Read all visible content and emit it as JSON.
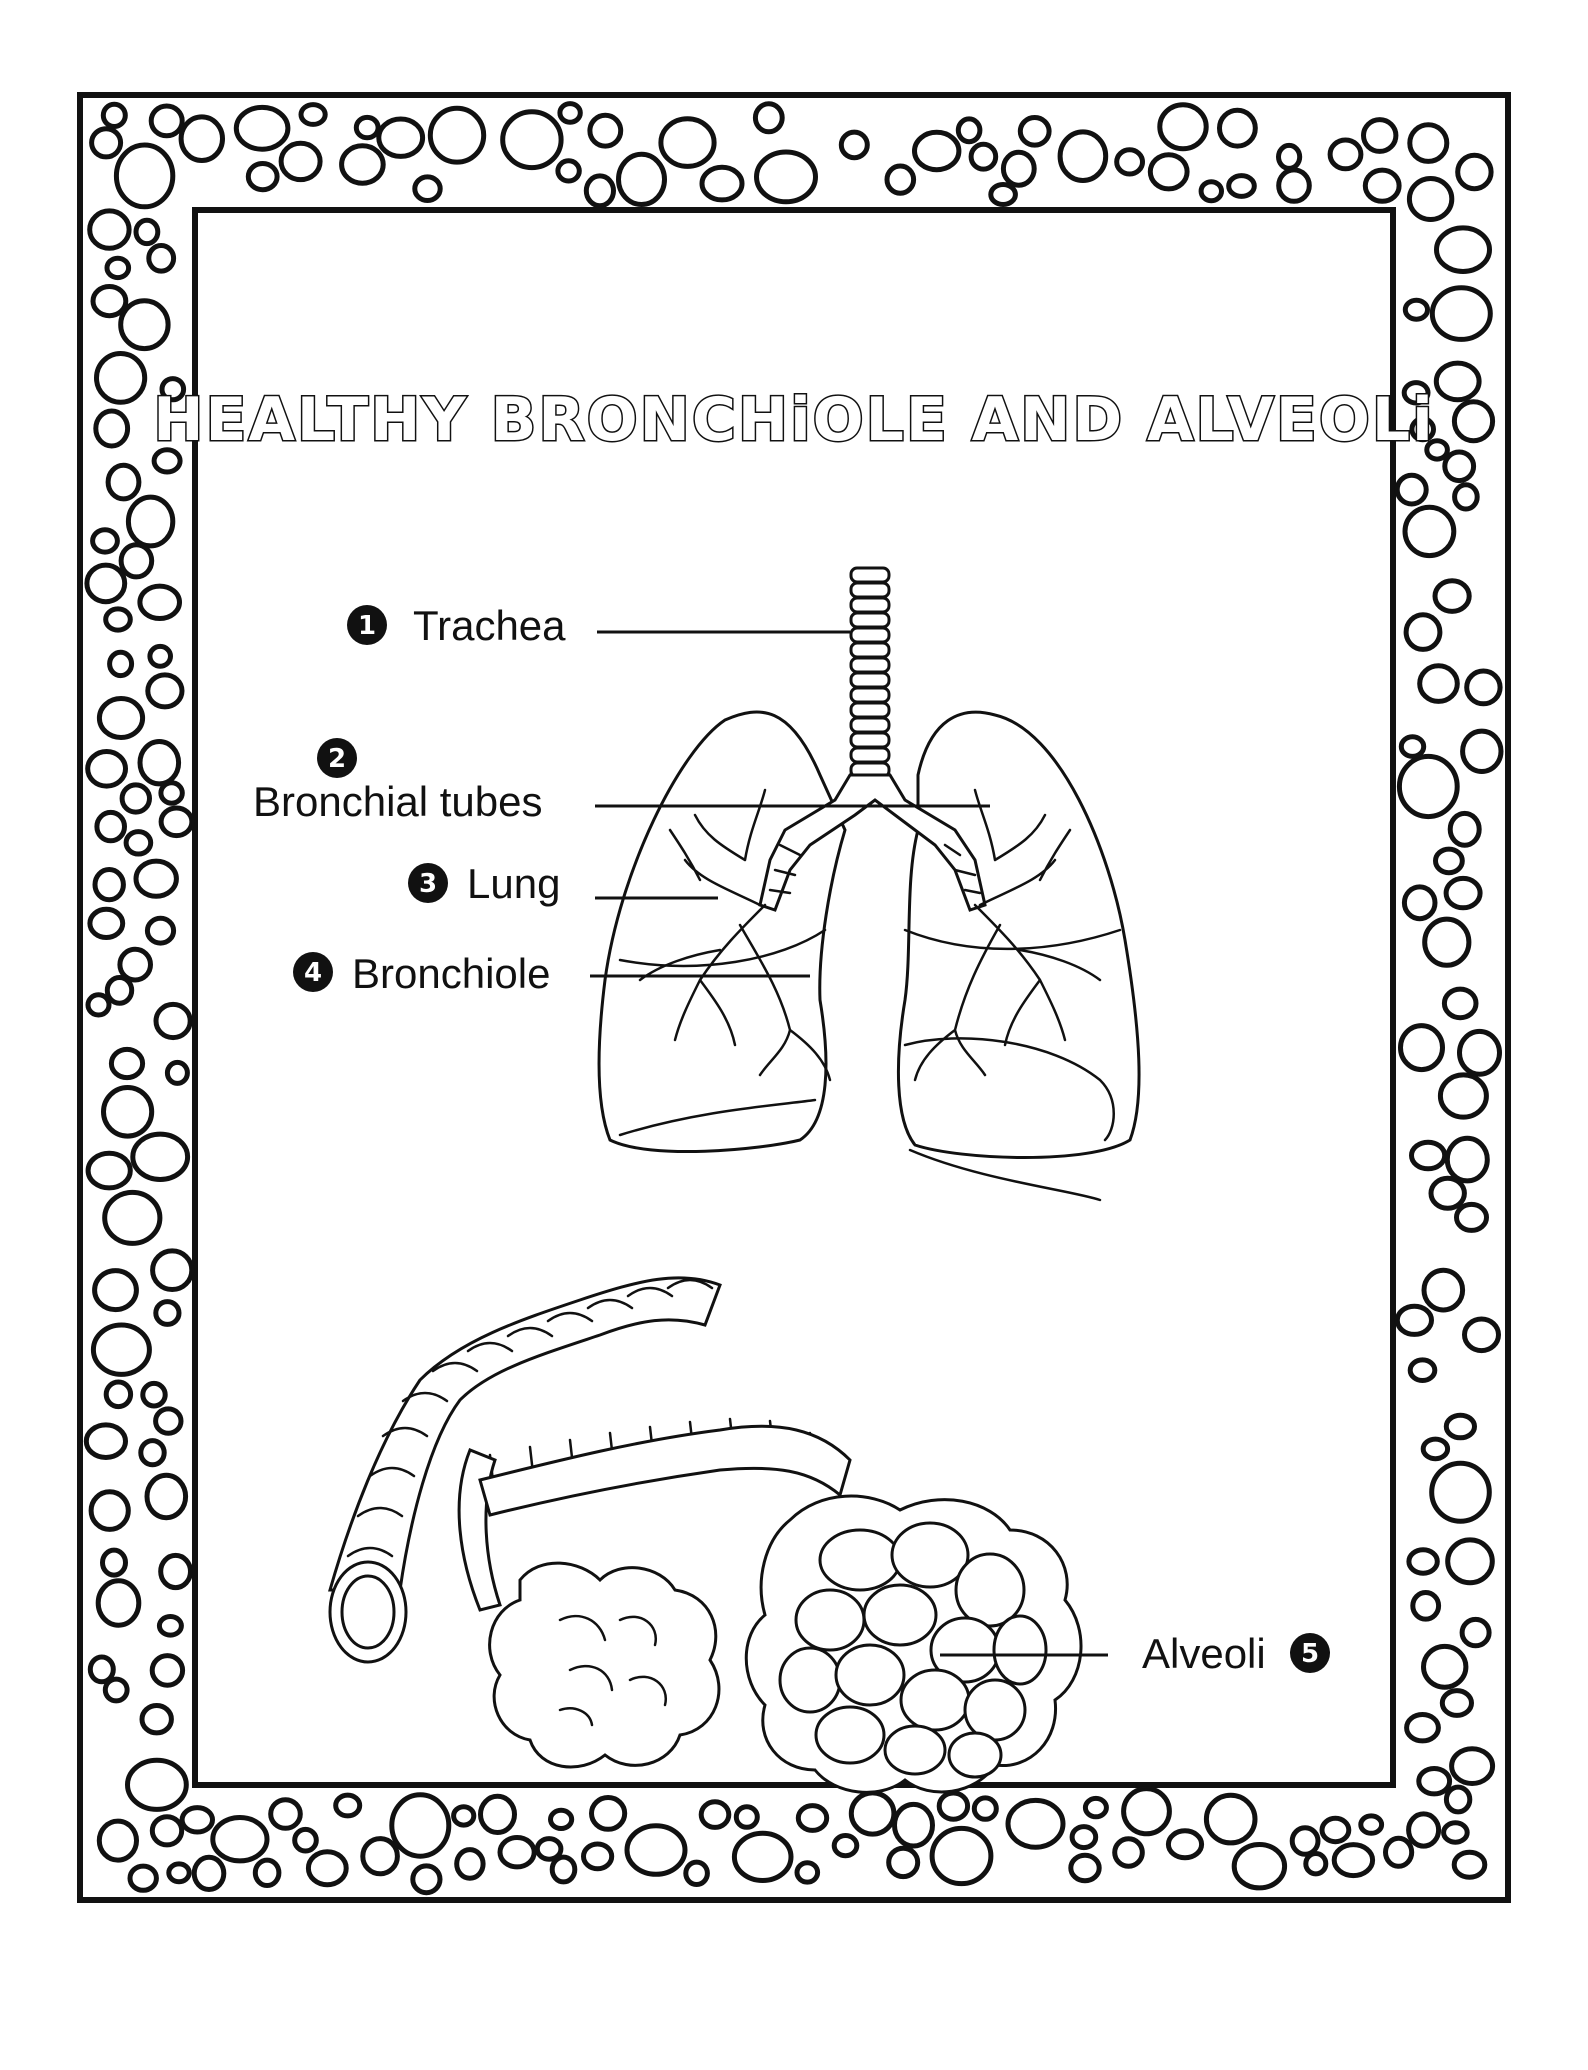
{
  "title": "HEALTHY BRONCHiOLE AND ALVEOLi",
  "labels": [
    {
      "number": "1",
      "text": "Trachea"
    },
    {
      "number": "2",
      "text": "Bronchial tubes"
    },
    {
      "number": "3",
      "text": "Lung"
    },
    {
      "number": "4",
      "text": "Bronchiole"
    },
    {
      "number": "5",
      "text": "Alveoli"
    }
  ]
}
